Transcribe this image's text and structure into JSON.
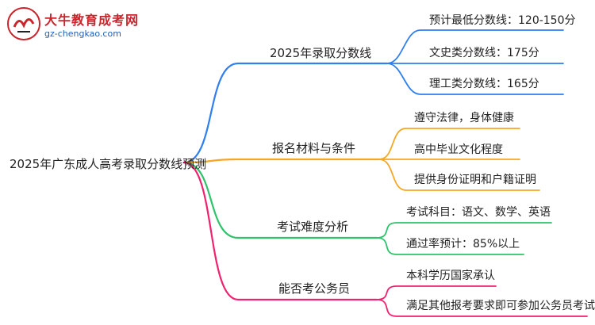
{
  "logo": {
    "title": "大牛教育成考网",
    "url": "gz-chengkao.com"
  },
  "root": {
    "label": "2025年广东成人高考录取分数线预测"
  },
  "colors": {
    "branch1": "#2f7ff0",
    "branch2": "#f5a623",
    "branch3": "#2ec26a",
    "branch4": "#f0226e"
  },
  "branches": [
    {
      "label": "2025年录取分数线",
      "leaves": [
        "预计最低分数线：120-150分",
        "文史类分数线：175分",
        "理工类分数线：165分"
      ]
    },
    {
      "label": "报名材料与条件",
      "leaves": [
        "遵守法律，身体健康",
        "高中毕业文化程度",
        "提供身份证明和户籍证明"
      ]
    },
    {
      "label": "考试难度分析",
      "leaves": [
        "考试科目：语文、数学、英语",
        "通过率预计：85%以上"
      ]
    },
    {
      "label": "能否考公务员",
      "leaves": [
        "本科学历国家承认",
        "满足其他报考要求即可参加公务员考试"
      ]
    }
  ]
}
